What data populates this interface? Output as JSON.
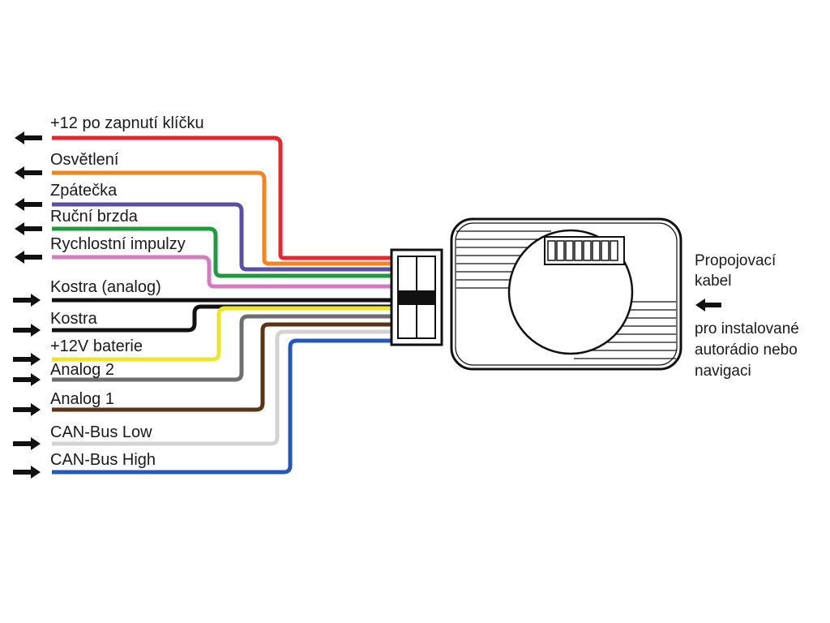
{
  "wires": [
    {
      "label": "+12 po zapnutí klíčku",
      "color": "#e8262a",
      "direction": "out"
    },
    {
      "label": "Osvětlení",
      "color": "#f5841f",
      "direction": "out"
    },
    {
      "label": "Zpátečka",
      "color": "#5a4ea6",
      "direction": "out"
    },
    {
      "label": "Ruční brzda",
      "color": "#1f9a3e",
      "direction": "out"
    },
    {
      "label": "Rychlostní impulzy",
      "color": "#d77bc0",
      "direction": "out"
    },
    {
      "label": "Kostra (analog)",
      "color": "#111111",
      "direction": "in"
    },
    {
      "label": "Kostra",
      "color": "#111111",
      "direction": "in"
    },
    {
      "label": "+12V baterie",
      "color": "#ece62b",
      "direction": "in"
    },
    {
      "label": "Analog 2",
      "color": "#6d6e70",
      "direction": "in"
    },
    {
      "label": "Analog 1",
      "color": "#5a3414",
      "direction": "in"
    },
    {
      "label": "CAN-Bus Low",
      "color": "#d3d3d3",
      "direction": "in"
    },
    {
      "label": "CAN-Bus High",
      "color": "#2458b8",
      "direction": "in"
    }
  ],
  "side_text": {
    "line1": "Propojovací",
    "line2": "kabel",
    "line3": "pro instalované",
    "line4": "autorádio nebo",
    "line5": "navigaci"
  },
  "icons": {
    "out_arrow": "arrow-left-icon",
    "in_arrow": "arrow-right-icon",
    "cable_arrow": "arrow-left-icon"
  }
}
